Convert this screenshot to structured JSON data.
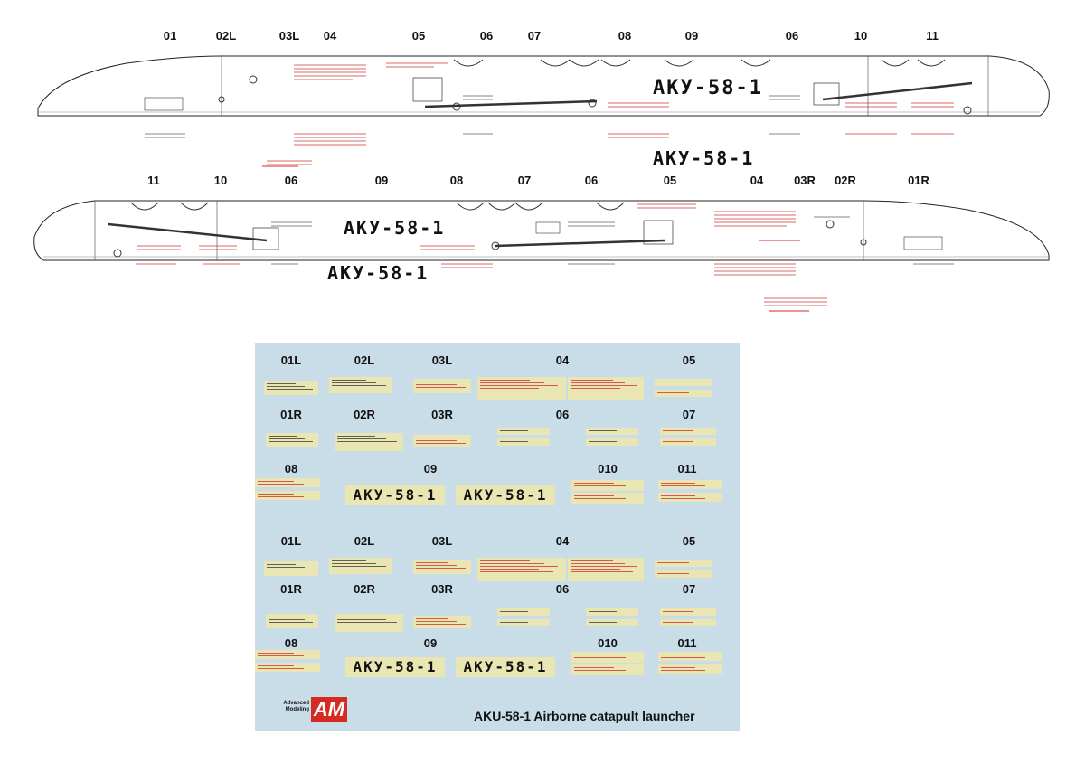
{
  "top_view": {
    "labels": [
      "01",
      "02L",
      "03L",
      "04",
      "05",
      "06",
      "07",
      "08",
      "09",
      "06",
      "10",
      "11"
    ],
    "stencil_main": "АКУ-58-1",
    "stencil_below": "АКУ-58-1"
  },
  "bottom_view": {
    "labels": [
      "11",
      "10",
      "06",
      "09",
      "08",
      "07",
      "06",
      "05",
      "04",
      "03R",
      "02R",
      "01R"
    ],
    "stencil_main": "АКУ-58-1",
    "stencil_below": "АКУ-58-1"
  },
  "sheet": {
    "rows": [
      [
        "01L",
        "02L",
        "03L",
        "04",
        "05"
      ],
      [
        "01R",
        "02R",
        "03R",
        "06",
        "07"
      ],
      [
        "08",
        "09",
        "010",
        "011"
      ],
      [
        "01L",
        "02L",
        "03L",
        "04",
        "05"
      ],
      [
        "01R",
        "02R",
        "03R",
        "06",
        "07"
      ],
      [
        "08",
        "09",
        "010",
        "011"
      ]
    ],
    "stencil": "АКУ-58-1",
    "caption": "AKU-58-1 Airborne catapult launcher",
    "logo_text": "Advanced Modeling",
    "logo_mark": "AM"
  },
  "colors": {
    "sheet_bg": "#c9dde9",
    "decal_bg": "#e9e6b3",
    "warning_red": "#cc1a1a",
    "logo_red": "#d42a1f"
  }
}
